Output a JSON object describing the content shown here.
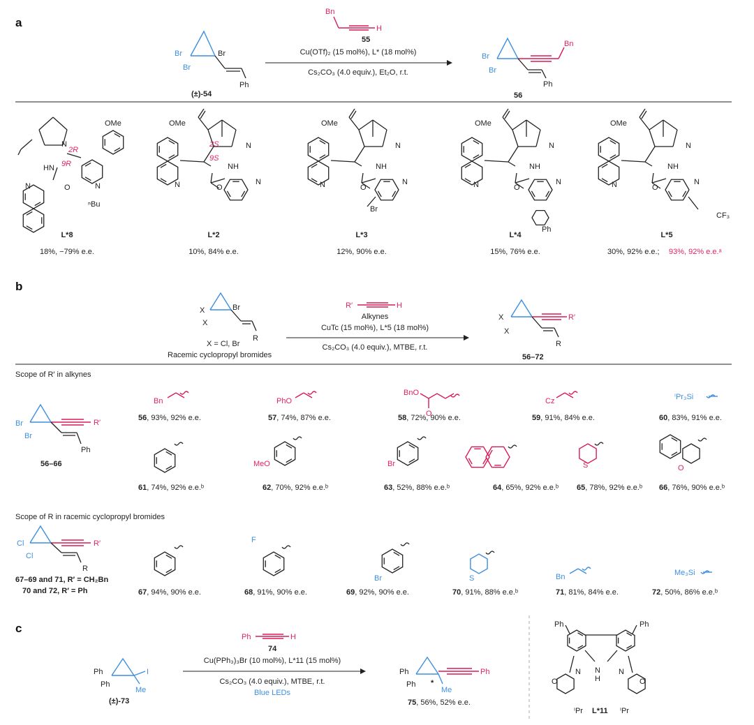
{
  "panel_a": {
    "label": "a",
    "alkyne_top": "Bn",
    "alkyne_h": "H",
    "alkyne_no": "55",
    "cond1": "Cu(OTf)₂ (15 mol%), L* (18 mol%)",
    "cond2": "Cs₂CO₃ (4.0 equiv.), Et₂O, r.t.",
    "sm_label": "(±)-54",
    "product_no": "56",
    "atoms": {
      "br": "Br",
      "ph": "Ph",
      "bn": "Bn"
    },
    "ligands": [
      {
        "name": "L*8",
        "result": "18%, −79% e.e."
      },
      {
        "name": "L*2",
        "result": "10%, 84% e.e."
      },
      {
        "name": "L*3",
        "result": "12%, 90% e.e."
      },
      {
        "name": "L*4",
        "result": "15%, 76% e.e."
      },
      {
        "name": "L*5",
        "result": "30%, 92% e.e.;",
        "result_red": "93%, 92% e.e.ᵃ"
      }
    ],
    "lig_atoms": {
      "ome": "OMe",
      "n": "N",
      "hn": "HN",
      "nh": "NH",
      "o": "O",
      "nbu": "ⁿBu",
      "r2": "2R",
      "r9": "9R",
      "s2": "2S",
      "s9": "9S",
      "br": "Br",
      "ph": "Ph",
      "cf3": "CF₃"
    }
  },
  "panel_b": {
    "label": "b",
    "alkyne": "R′",
    "alkyne_h": "H",
    "alkynes": "Alkynes",
    "cond1": "CuTc (15 mol%), L*5 (18 mol%)",
    "cond2": "Cs₂CO₃ (4.0 equiv.), MTBE, r.t.",
    "x_label": "X = Cl, Br",
    "racemic": "Racemic cyclopropyl bromides",
    "product_range": "56–72",
    "sm_atoms": {
      "x": "X",
      "br": "Br",
      "r": "R",
      "rp": "R′"
    },
    "scope1_title": "Scope of R′ in alkynes",
    "scope1_range": "56–66",
    "scope1_atoms": {
      "br": "Br",
      "ph": "Ph",
      "rp": "R′"
    },
    "scope1": [
      {
        "group": "Bn",
        "no": "56",
        "result": ", 93%, 92% e.e."
      },
      {
        "group": "PhO",
        "no": "57",
        "result": ", 74%, 87% e.e."
      },
      {
        "group": "BnO",
        "o": "O",
        "no": "58",
        "result": ", 72%, 90% e.e."
      },
      {
        "group": "Cz",
        "no": "59",
        "result": ", 91%, 84% e.e."
      },
      {
        "group": "ⁱPr₃Si",
        "no": "60",
        "result": ", 83%, 91% e.e."
      },
      {
        "no": "61",
        "result": ", 74%, 92% e.e.ᵇ"
      },
      {
        "group": "MeO",
        "no": "62",
        "result": ", 70%, 92% e.e.ᵇ"
      },
      {
        "group": "Br",
        "no": "63",
        "result": ", 52%, 88% e.e.ᵇ"
      },
      {
        "no": "64",
        "result": ", 65%, 92% e.e.ᵇ"
      },
      {
        "group": "S",
        "no": "65",
        "result": ", 78%, 92% e.e.ᵇ"
      },
      {
        "group": "O",
        "no": "66",
        "result": ", 76%, 90% e.e.ᵇ"
      }
    ],
    "scope2_title": "Scope of R in racemic cyclopropyl bromides",
    "scope2_atoms": {
      "cl": "Cl",
      "r": "R",
      "rp": "R′"
    },
    "scope2_note1": "67–69 and 71, R′ = CH₂Bn",
    "scope2_note2": "70 and 72, R′ = Ph",
    "scope2": [
      {
        "no": "67",
        "result": ", 94%, 90% e.e."
      },
      {
        "group": "F",
        "no": "68",
        "result": ", 91%, 90% e.e."
      },
      {
        "group": "Br",
        "no": "69",
        "result": ", 92%, 90% e.e."
      },
      {
        "group": "S",
        "no": "70",
        "result": ", 91%, 88% e.e.ᵇ"
      },
      {
        "group": "Bn",
        "no": "71",
        "result": ", 81%, 84% e.e."
      },
      {
        "group": "Me₃Si",
        "no": "72",
        "result": ", 50%, 86% e.e.ᵇ"
      }
    ]
  },
  "panel_c": {
    "label": "c",
    "alkyne": "Ph",
    "alkyne_h": "H",
    "alkyne_no": "74",
    "cond1": "Cu(PPh₃)₃Br (10 mol%), L*11 (15 mol%)",
    "cond2": "Cs₂CO₃ (4.0 equiv.), MTBE, r.t.",
    "cond3": "Blue LEDs",
    "sm_label": "(±)-73",
    "sm_atoms": {
      "ph": "Ph",
      "i": "I",
      "me": "Me"
    },
    "product_result": "75, 56%, 52% e.e.",
    "product_no": "75",
    "product_rest": ", 56%, 52% e.e.",
    "star": "*",
    "ligand_name": "L*11",
    "ligand_atoms": {
      "ph": "Ph",
      "o": "O",
      "n": "N",
      "nh_n": "N",
      "h": "H",
      "ipr": "ⁱPr"
    }
  },
  "colors": {
    "blue": "#3d8fe0",
    "red": "#e0245e",
    "black": "#222222"
  }
}
